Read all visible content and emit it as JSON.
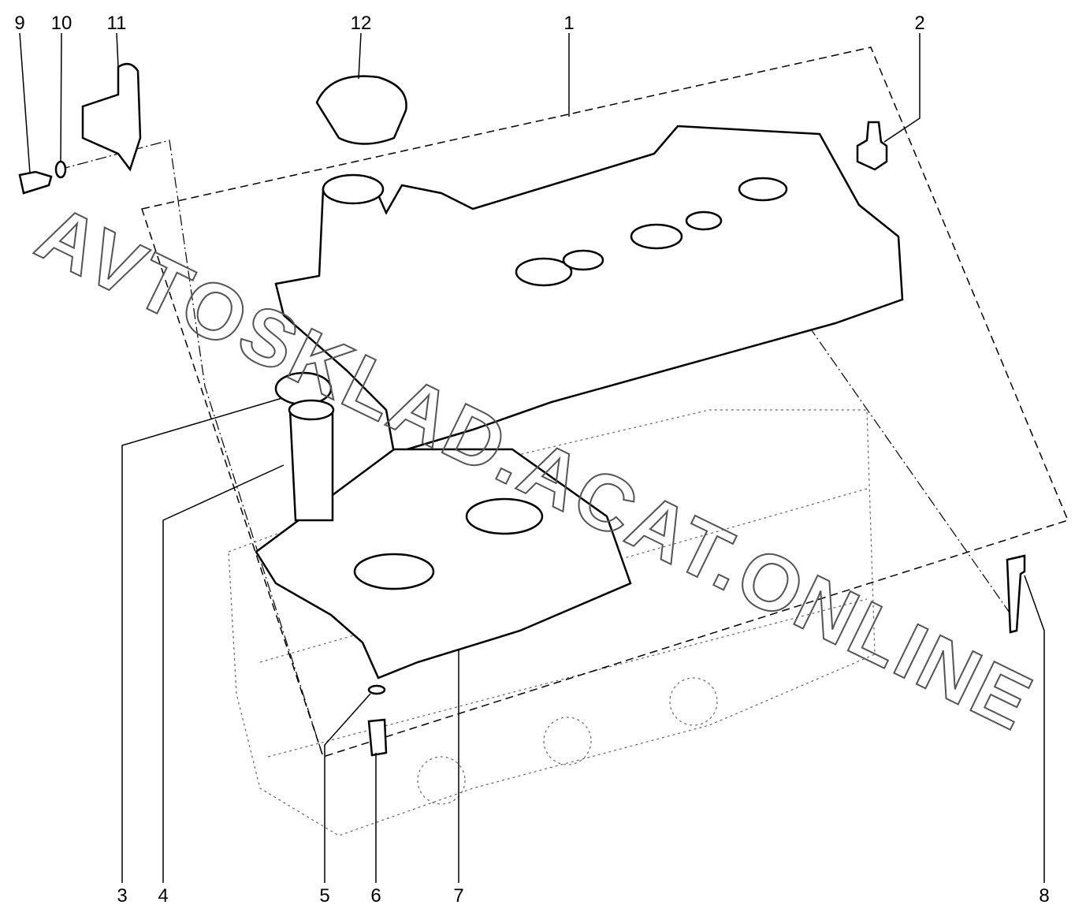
{
  "diagram": {
    "callouts": [
      "1",
      "2",
      "3",
      "4",
      "5",
      "6",
      "7",
      "8",
      "9",
      "10",
      "11",
      "12"
    ],
    "watermark": "AVTOSKLAD.ACAT.ONLINE"
  }
}
